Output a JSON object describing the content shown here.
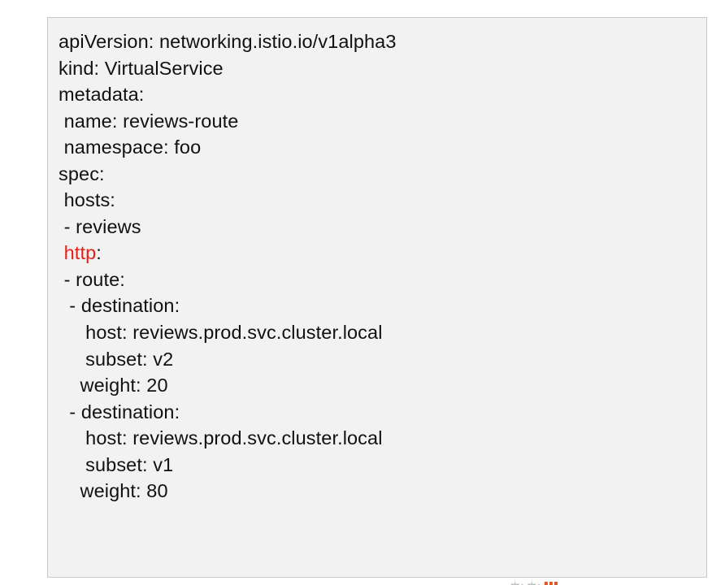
{
  "yaml": {
    "lines": [
      "apiVersion: networking.istio.io/v1alpha3",
      "kind: VirtualService",
      "metadata:",
      " name: reviews-route",
      " namespace: foo",
      "spec:",
      " hosts:",
      " - reviews",
      {
        "indent": " ",
        "key": "http",
        "rest": ":",
        "key_color": "#e8201a"
      },
      " - route:",
      "  - destination:",
      "     host: reviews.prod.svc.cluster.local",
      "     subset: v2",
      "    weight: 20",
      "  - destination:",
      "     host: reviews.prod.svc.cluster.local",
      "     subset: v1",
      "    weight: 80"
    ]
  },
  "colors": {
    "text": "#111111",
    "highlight": "#e8201a",
    "panel_background": "#f2f2f2",
    "panel_border": "#c9c9c9"
  }
}
